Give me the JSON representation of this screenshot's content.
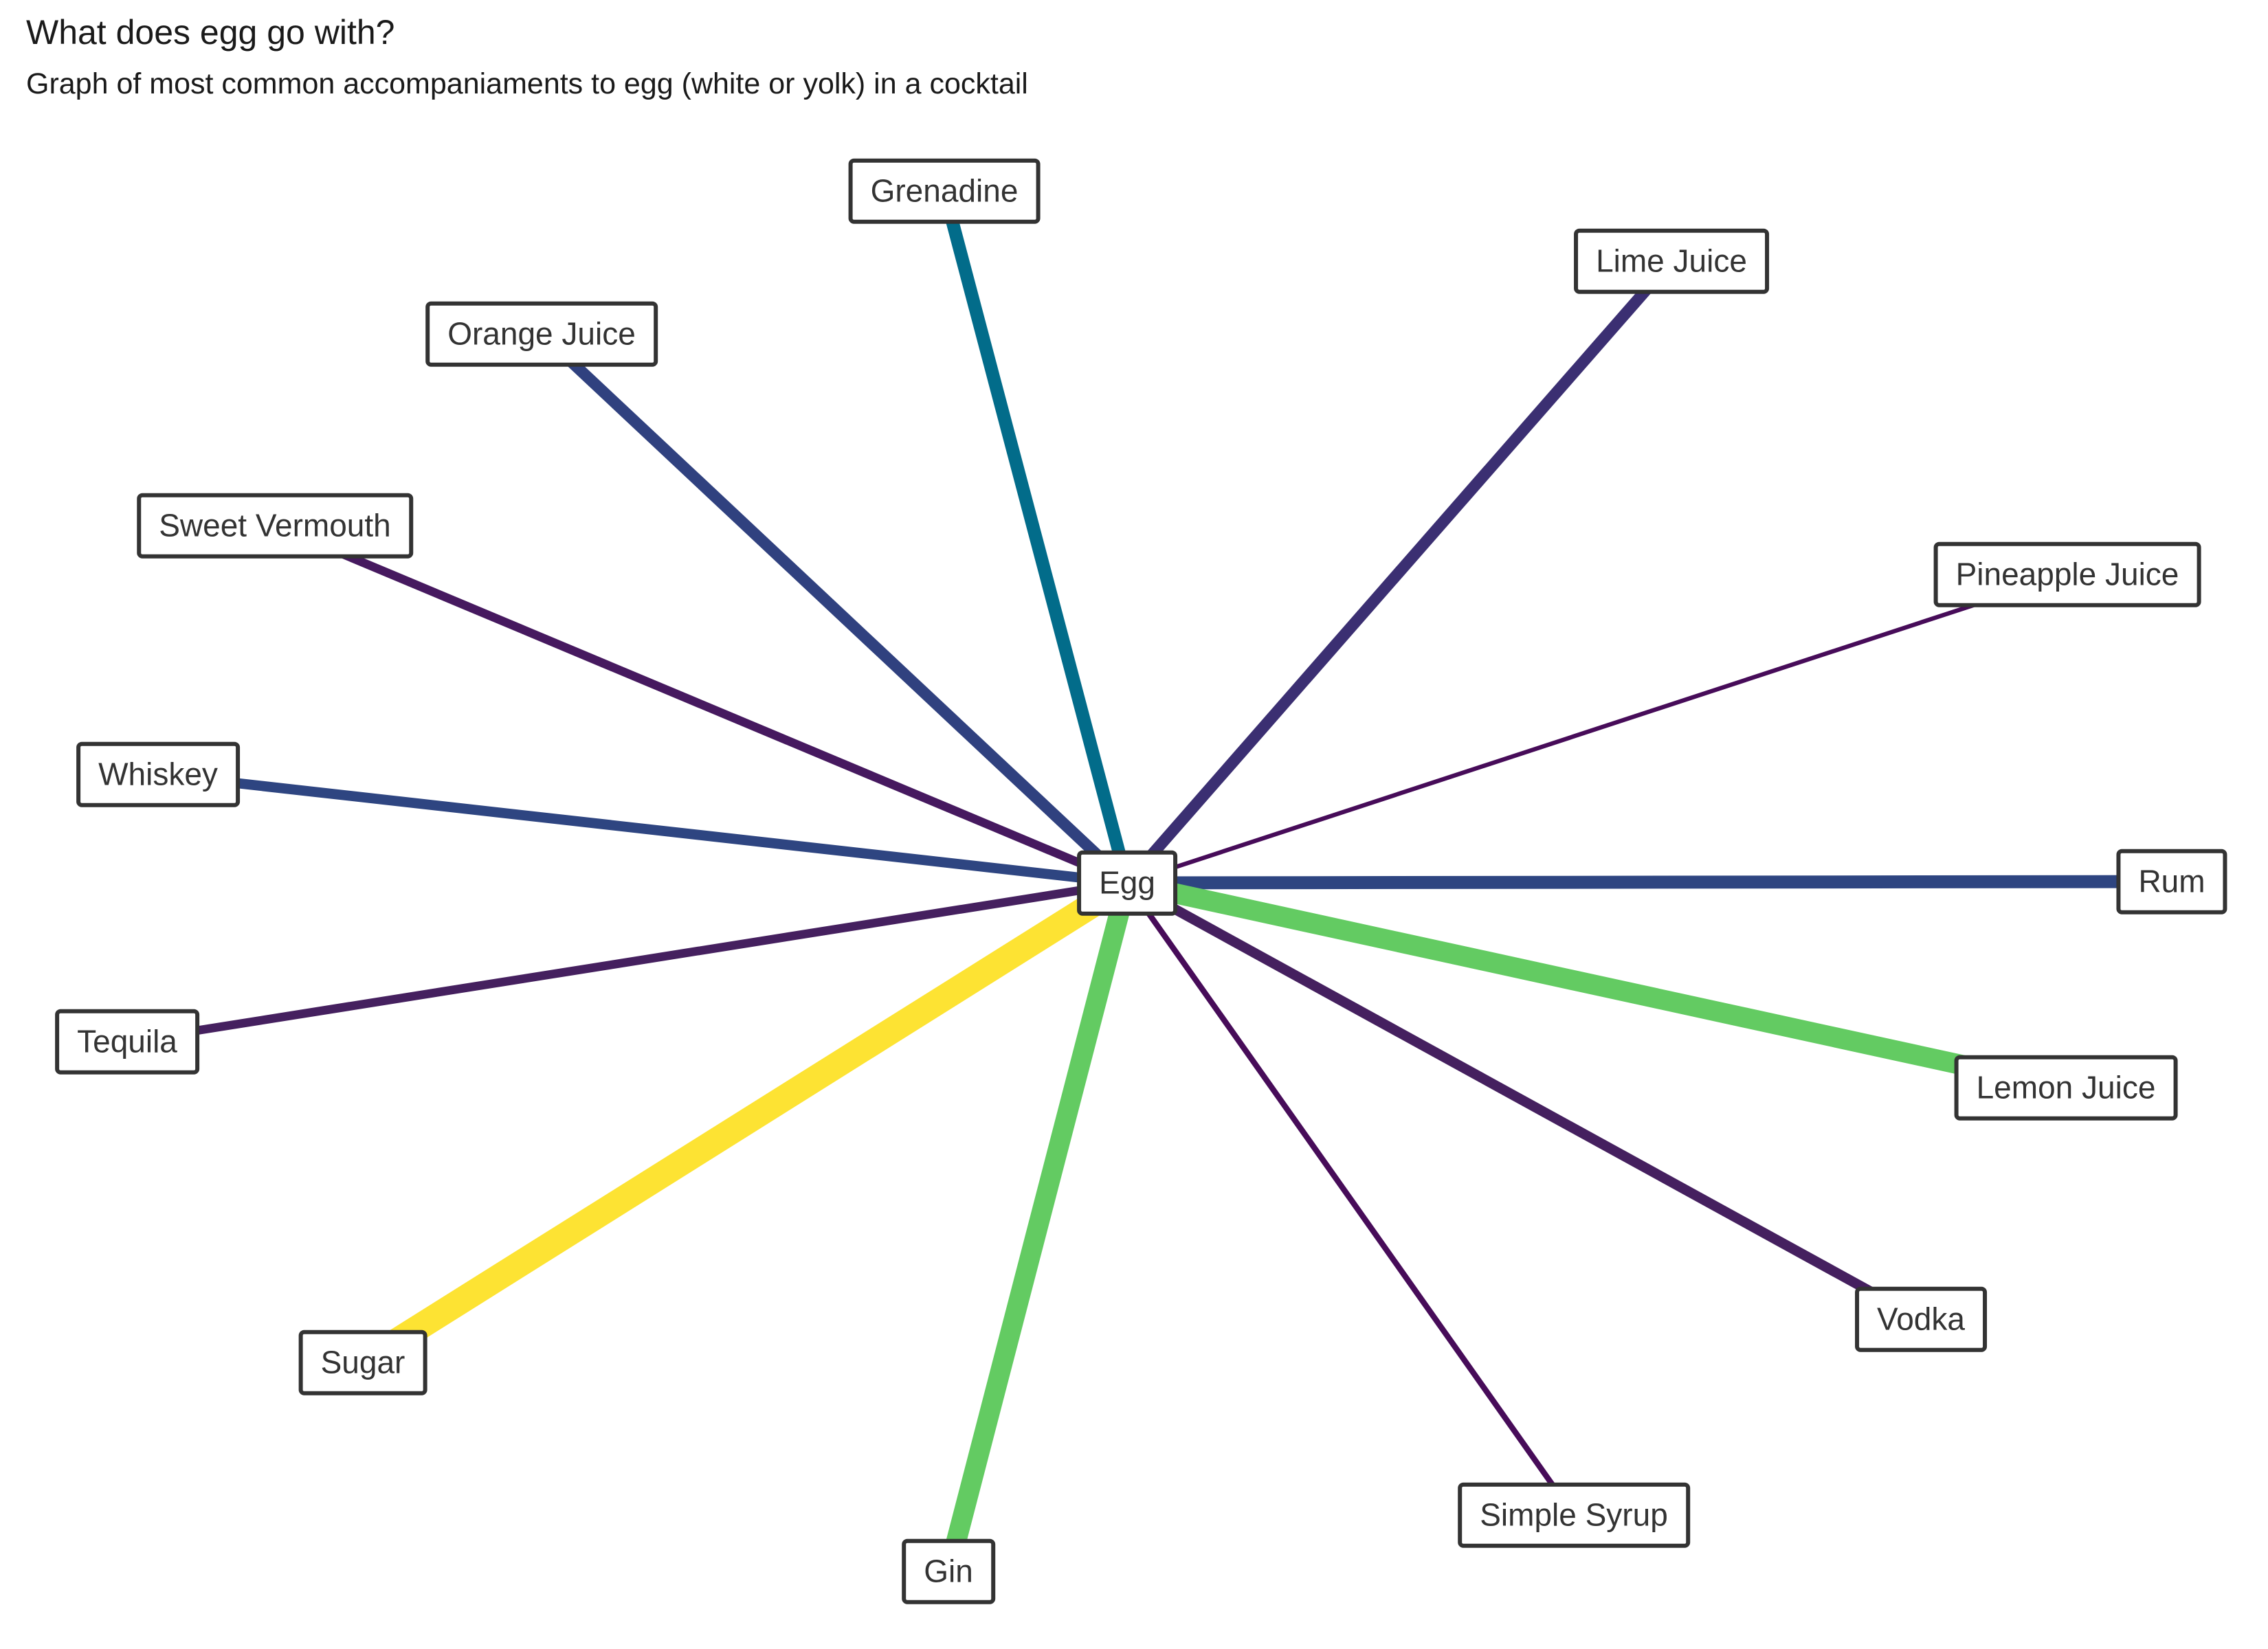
{
  "title": "What does egg go with?",
  "subtitle": "Graph of most common accompaniaments to egg (white or yolk) in a cocktail",
  "graph": {
    "center": {
      "label": "Egg"
    },
    "nodes": [
      {
        "id": "grenadine",
        "label": "Grenadine",
        "color": "#026C8A",
        "weight": 9
      },
      {
        "id": "lime-juice",
        "label": "Lime Juice",
        "color": "#3B2F72",
        "weight": 8
      },
      {
        "id": "orange-juice",
        "label": "Orange Juice",
        "color": "#30417F",
        "weight": 8
      },
      {
        "id": "sweet-vermouth",
        "label": "Sweet Vermouth",
        "color": "#46195F",
        "weight": 6
      },
      {
        "id": "pineapple-juice",
        "label": "Pineapple Juice",
        "color": "#470C59",
        "weight": 3
      },
      {
        "id": "whiskey",
        "label": "Whiskey",
        "color": "#2E4581",
        "weight": 7
      },
      {
        "id": "rum",
        "label": "Rum",
        "color": "#2E4581",
        "weight": 9
      },
      {
        "id": "tequila",
        "label": "Tequila",
        "color": "#45205F",
        "weight": 6
      },
      {
        "id": "lemon-juice",
        "label": "Lemon Juice",
        "color": "#63CB62",
        "weight": 14
      },
      {
        "id": "sugar",
        "label": "Sugar",
        "color": "#FDE333",
        "weight": 18
      },
      {
        "id": "vodka",
        "label": "Vodka",
        "color": "#45205F",
        "weight": 7
      },
      {
        "id": "gin",
        "label": "Gin",
        "color": "#63CB62",
        "weight": 14
      },
      {
        "id": "simple-syrup",
        "label": "Simple Syrup",
        "color": "#470C59",
        "weight": 4
      }
    ]
  }
}
